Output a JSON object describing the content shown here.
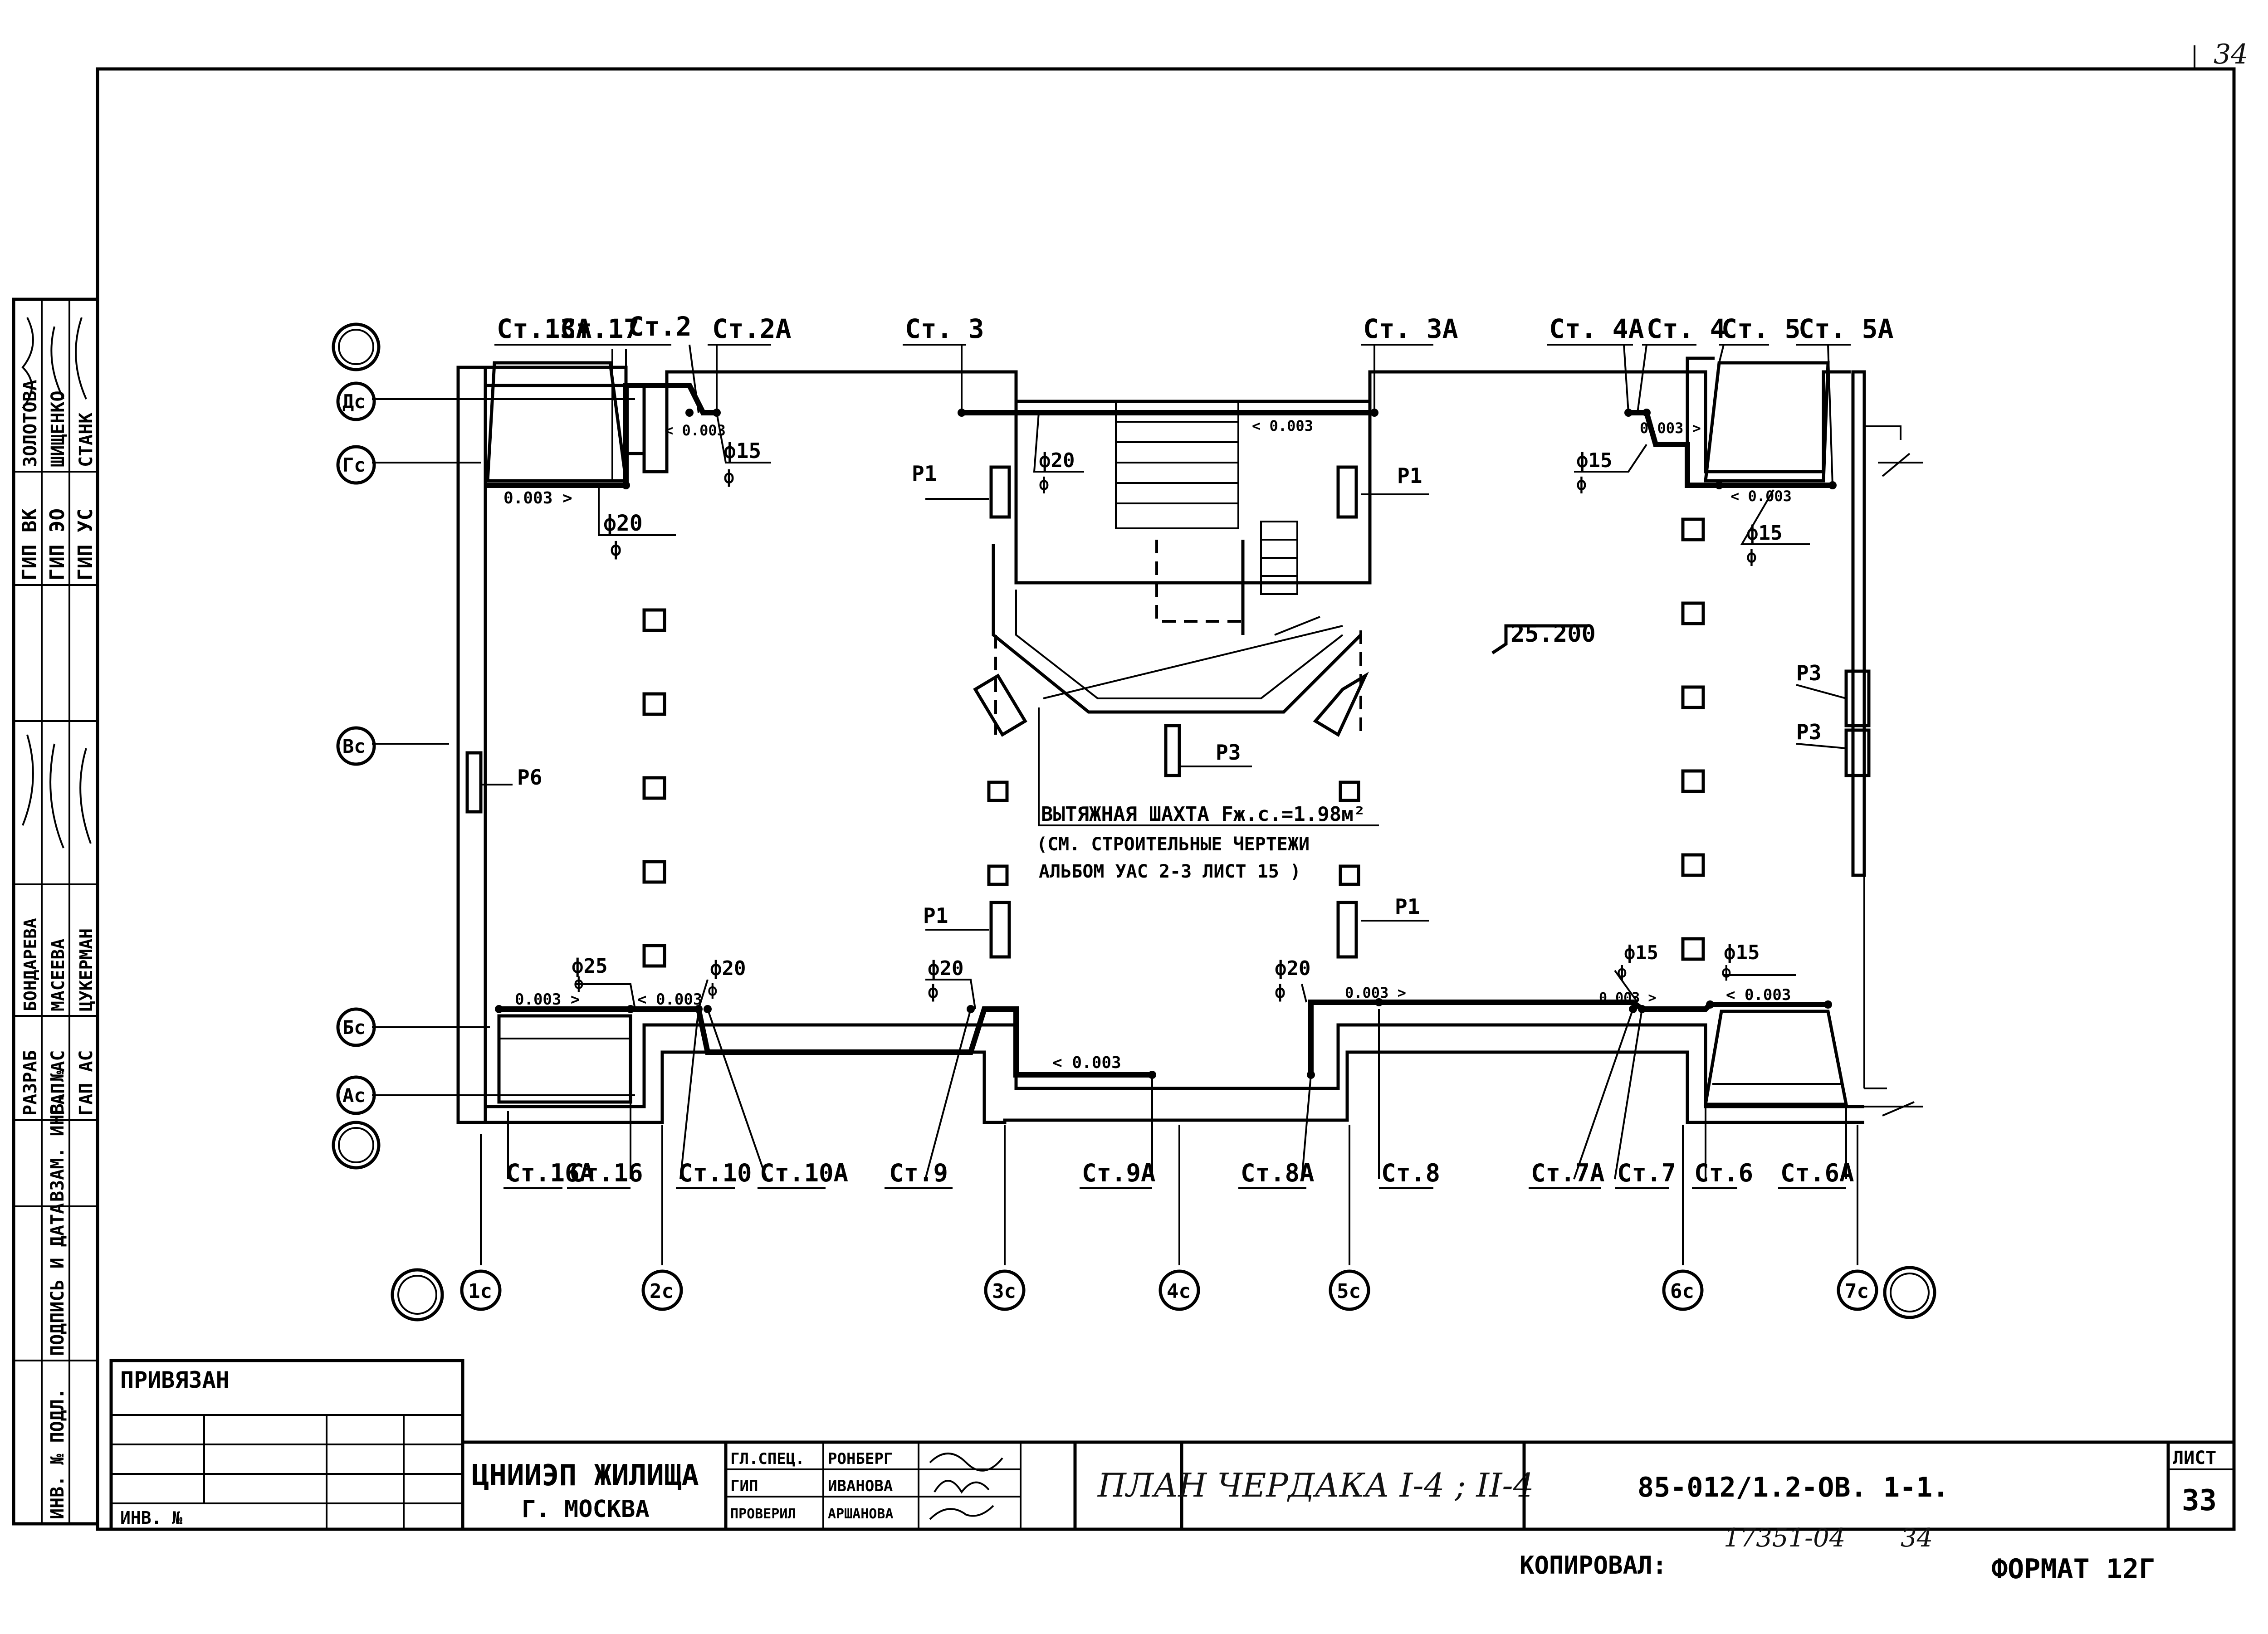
{
  "sheet_corner_number": "34",
  "plan_level": "25.200",
  "riser_labels_top": [
    "Ст.13А",
    "Ст.17",
    "Ст.2",
    "Ст.2А",
    "Ст. 3",
    "Ст. 3А",
    "Ст. 4А",
    "Ст. 4",
    "Ст. 5",
    "Ст. 5А"
  ],
  "riser_labels_bottom": [
    "Ст.16А",
    "Ст.16",
    "Ст.10",
    "Ст.10А",
    "Ст.9",
    "Ст.9А",
    "Ст.8А",
    "Ст.8",
    "Ст.7А",
    "Ст.7",
    "Ст.6",
    "Ст.6А"
  ],
  "axes_rows": [
    "Дс",
    "Гс",
    "Вс",
    "Бс",
    "Ас"
  ],
  "axes_cols": [
    "1с",
    "2с",
    "3с",
    "4с",
    "5с",
    "6с",
    "7с"
  ],
  "pipes": {
    "phi15": "ф15",
    "phi20": "ф20",
    "phi25": "ф25",
    "phi": "ф",
    "slope_gt": "0.003 >",
    "slope_lt": "< 0.003",
    "slope_0003": "0.003"
  },
  "equipment": {
    "p1": "Р1",
    "p3": "Р3",
    "p6": "Р6"
  },
  "shaft_note": {
    "line1": "ВЫТЯЖНАЯ ШАХТА Fж.с.=1.98м²",
    "line2": "(СМ. СТРОИТЕЛЬНЫЕ ЧЕРТЕЖИ",
    "line3": "АЛЬБОМ УАС 2-3 ЛИСТ 15 )"
  },
  "left_strip": {
    "roles_top": [
      "ГИП ВК",
      "ГИП ЭО",
      "ГИП УС"
    ],
    "names_top": [
      "ЗОЛОТОВА",
      "ШИЩЕНКО",
      "СТАНК"
    ],
    "roles_bottom": [
      "РАЗРАБ",
      "ГАП АС",
      "ГАП АС"
    ],
    "names_bottom": [
      "БОНДАРЕВА",
      "МАСЕЕВА",
      "ЦУКЕРМАН"
    ],
    "inv_zam": "ВЗАМ. ИНВ. №",
    "podpis": "ПОДПИСЬ И ДАТА",
    "inv_podl": "ИНВ. № ПОДЛ."
  },
  "stamp": {
    "privyazan": "ПРИВЯЗАН",
    "inv_no": "ИНВ. №",
    "org_line1": "ЦНИИЭП ЖИЛИЩА",
    "org_line2": "Г. МОСКВА",
    "roles": [
      "ГЛ.СПЕЦ.",
      "ГИП",
      "ПРОВЕРИЛ"
    ],
    "names": [
      "РОНБЕРГ",
      "ИВАНОВА",
      "АРШАНОВА"
    ],
    "title": "ПЛАН ЧЕРДАКА I-4 ; II-4",
    "code": "85-012/1.2-ОВ. 1-1.",
    "sheet_label": "ЛИСТ",
    "sheet_number": "33"
  },
  "footer": {
    "copied_label": "КОПИРОВАЛ:",
    "copied_number": "17351-04",
    "copied_page": "34",
    "format": "ФОРМАТ 12Г"
  }
}
